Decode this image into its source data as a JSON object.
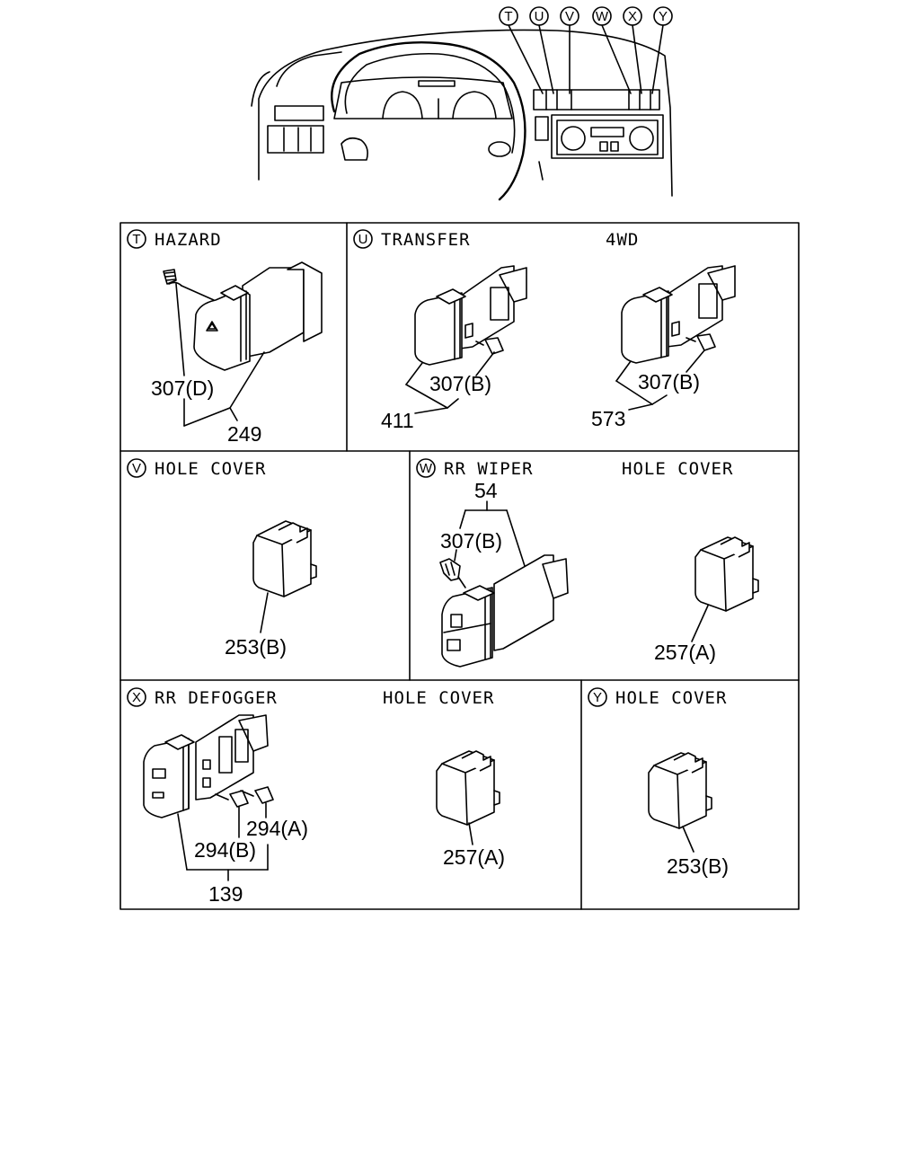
{
  "callouts": [
    "T",
    "U",
    "V",
    "W",
    "X",
    "Y"
  ],
  "panels": {
    "T": {
      "title": "HAZARD",
      "labels": {
        "screw": "307(D)",
        "switch": "249"
      }
    },
    "U": {
      "title": "TRANSFER",
      "title2": "4WD",
      "labels": {
        "screw_a": "307(B)",
        "switch_a": "411",
        "screw_b": "307(B)",
        "switch_b": "573"
      }
    },
    "V": {
      "title": "HOLE COVER",
      "labels": {
        "cover": "253(B)"
      }
    },
    "W": {
      "title": "RR WIPER",
      "title2": "HOLE COVER",
      "labels": {
        "switch": "54",
        "screw": "307(B)",
        "cover": "257(A)"
      }
    },
    "X": {
      "title": "RR DEFOGGER",
      "title2": "HOLE COVER",
      "labels": {
        "screw_a": "294(A)",
        "screw_b": "294(B)",
        "switch": "139",
        "cover": "257(A)"
      }
    },
    "Y": {
      "title": "HOLE COVER",
      "labels": {
        "cover": "253(B)"
      }
    }
  }
}
